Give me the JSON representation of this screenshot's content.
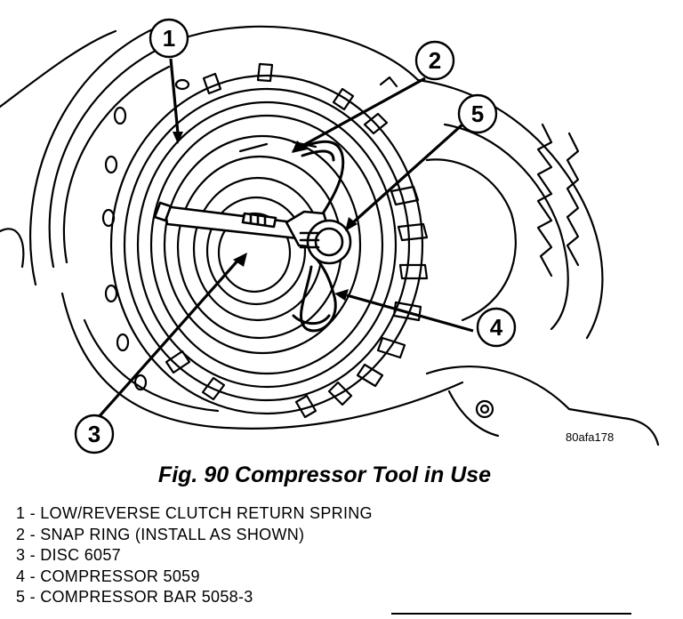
{
  "figure": {
    "title": "Fig. 90 Compressor Tool in Use",
    "reference_code": "80afa178"
  },
  "callouts": [
    {
      "number": "1"
    },
    {
      "number": "2"
    },
    {
      "number": "3"
    },
    {
      "number": "4"
    },
    {
      "number": "5"
    }
  ],
  "legend": [
    {
      "text": "1 - LOW/REVERSE CLUTCH RETURN SPRING"
    },
    {
      "text": "2 - SNAP RING (INSTALL AS SHOWN)"
    },
    {
      "text": "3 - DISC 6057"
    },
    {
      "text": "4 - COMPRESSOR 5059"
    },
    {
      "text": "5 - COMPRESSOR BAR 5058-3"
    }
  ]
}
